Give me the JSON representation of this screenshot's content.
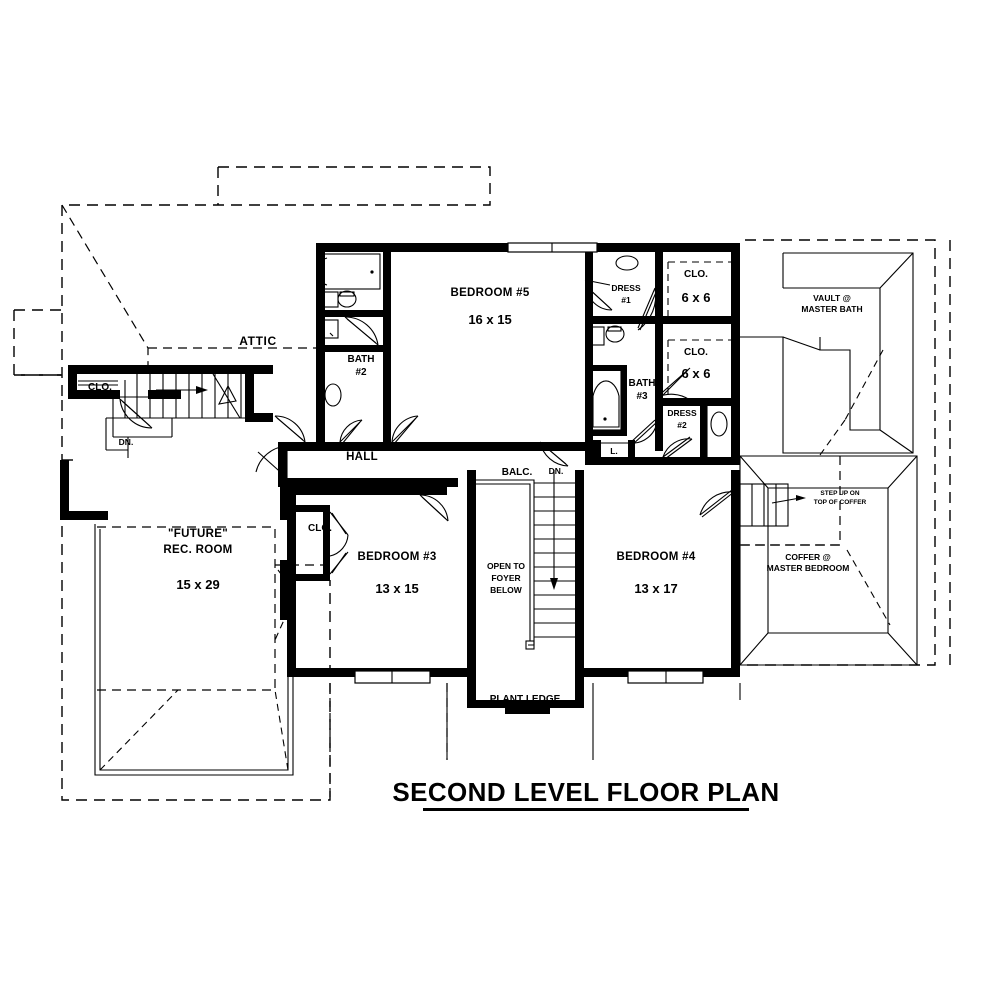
{
  "drawing": {
    "title": "SECOND LEVEL FLOOR PLAN",
    "type": "architectural-floor-plan",
    "sheet_size": "1000x1000"
  },
  "rooms": [
    {
      "id": "attic",
      "label": "ATTIC",
      "dimension": ""
    },
    {
      "id": "closet-stair",
      "label": "CLO.",
      "dimension": ""
    },
    {
      "id": "stair-down",
      "label": "DN.",
      "dimension": ""
    },
    {
      "id": "future-rec-room",
      "label_line1": "\"FUTURE\"",
      "label_line2": "REC. ROOM",
      "dimension": "15 x 29"
    },
    {
      "id": "bedroom-5",
      "label": "BEDROOM #5",
      "dimension": "16 x 15"
    },
    {
      "id": "bath-2",
      "label_line1": "BATH",
      "label_line2": "#2",
      "dimension": ""
    },
    {
      "id": "hall",
      "label": "HALL",
      "dimension": ""
    },
    {
      "id": "dress-1",
      "label_line1": "DRESS",
      "label_line2": "#1",
      "dimension": ""
    },
    {
      "id": "closet-1",
      "label": "CLO.",
      "dimension": "6 x 6"
    },
    {
      "id": "closet-2",
      "label": "CLO.",
      "dimension": "6 x 6"
    },
    {
      "id": "bath-3",
      "label_line1": "BATH",
      "label_line2": "#3",
      "dimension": ""
    },
    {
      "id": "dress-2",
      "label_line1": "DRESS",
      "label_line2": "#2",
      "dimension": ""
    },
    {
      "id": "linen",
      "label": "L."
    },
    {
      "id": "balcony",
      "label": "BALC.",
      "dimension": ""
    },
    {
      "id": "stair-down-2",
      "label": "DN.",
      "dimension": ""
    },
    {
      "id": "open-foyer",
      "label_line1": "OPEN TO",
      "label_line2": "FOYER",
      "label_line3": "BELOW"
    },
    {
      "id": "plant-ledge",
      "label": "PLANT LEDGE"
    },
    {
      "id": "bedroom-3",
      "label": "BEDROOM #3",
      "dimension": "13 x 15"
    },
    {
      "id": "closet-bed3",
      "label": "CLO."
    },
    {
      "id": "bedroom-4",
      "label": "BEDROOM #4",
      "dimension": "13 x 17"
    },
    {
      "id": "vault-master-bath",
      "label_line1": "VAULT @",
      "label_line2": "MASTER BATH"
    },
    {
      "id": "coffer-master-bedroom",
      "label_line1": "COFFER @",
      "label_line2": "MASTER BEDROOM"
    },
    {
      "id": "step-up-coffer",
      "label_line1": "STEP UP ON",
      "label_line2": "TOP OF COFFER"
    }
  ],
  "colors": {
    "wall": "#000000",
    "background": "#ffffff",
    "line": "#000000"
  }
}
